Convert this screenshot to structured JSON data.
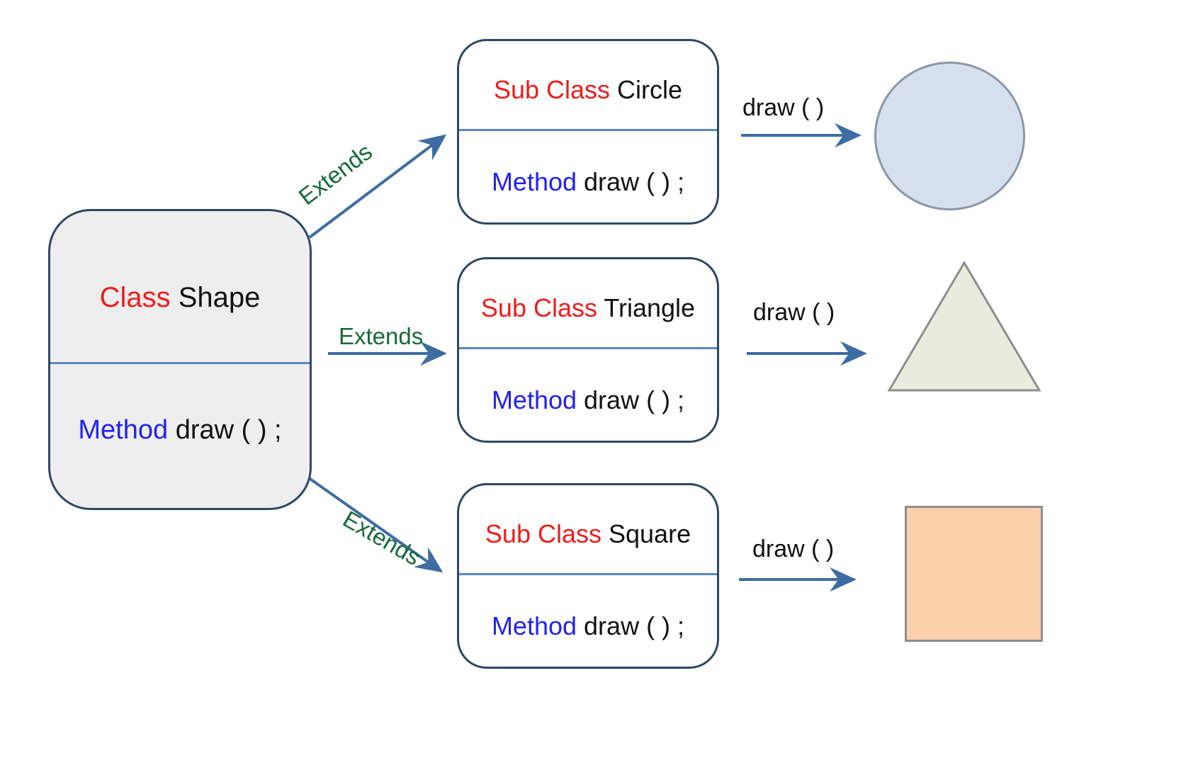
{
  "diagram": {
    "title": "Class inheritance diagram: Shape with Circle, Triangle and Square subclasses",
    "colors": {
      "class_keyword": "#ee1c1c",
      "method_keyword": "#2222ee",
      "extends_label": "#17683a",
      "box_border": "#2c4764",
      "box_divider": "#5b87bd",
      "arrow": "#3d6ca3",
      "parent_fill": "#eeeeee",
      "circle_fill": "#d6dfed",
      "triangle_fill": "#e9ecdc",
      "square_fill": "#fbd0ab"
    },
    "parent_class": {
      "keyword": "Class",
      "name": "Shape",
      "method_keyword": "Method",
      "method_signature": "draw ( ) ;"
    },
    "subclasses": [
      {
        "keyword": "Sub Class",
        "name": "Circle",
        "method_keyword": "Method",
        "method_signature": "draw ( ) ;",
        "relation_label": "Extends",
        "call_label": "draw ( )",
        "result_shape": "circle"
      },
      {
        "keyword": "Sub Class",
        "name": "Triangle",
        "method_keyword": "Method",
        "method_signature": "draw ( ) ;",
        "relation_label": "Extends",
        "call_label": "draw ( )",
        "result_shape": "triangle"
      },
      {
        "keyword": "Sub Class",
        "name": "Square",
        "method_keyword": "Method",
        "method_signature": "draw ( ) ;",
        "relation_label": "Extends",
        "call_label": "draw ( )",
        "result_shape": "square"
      }
    ]
  }
}
